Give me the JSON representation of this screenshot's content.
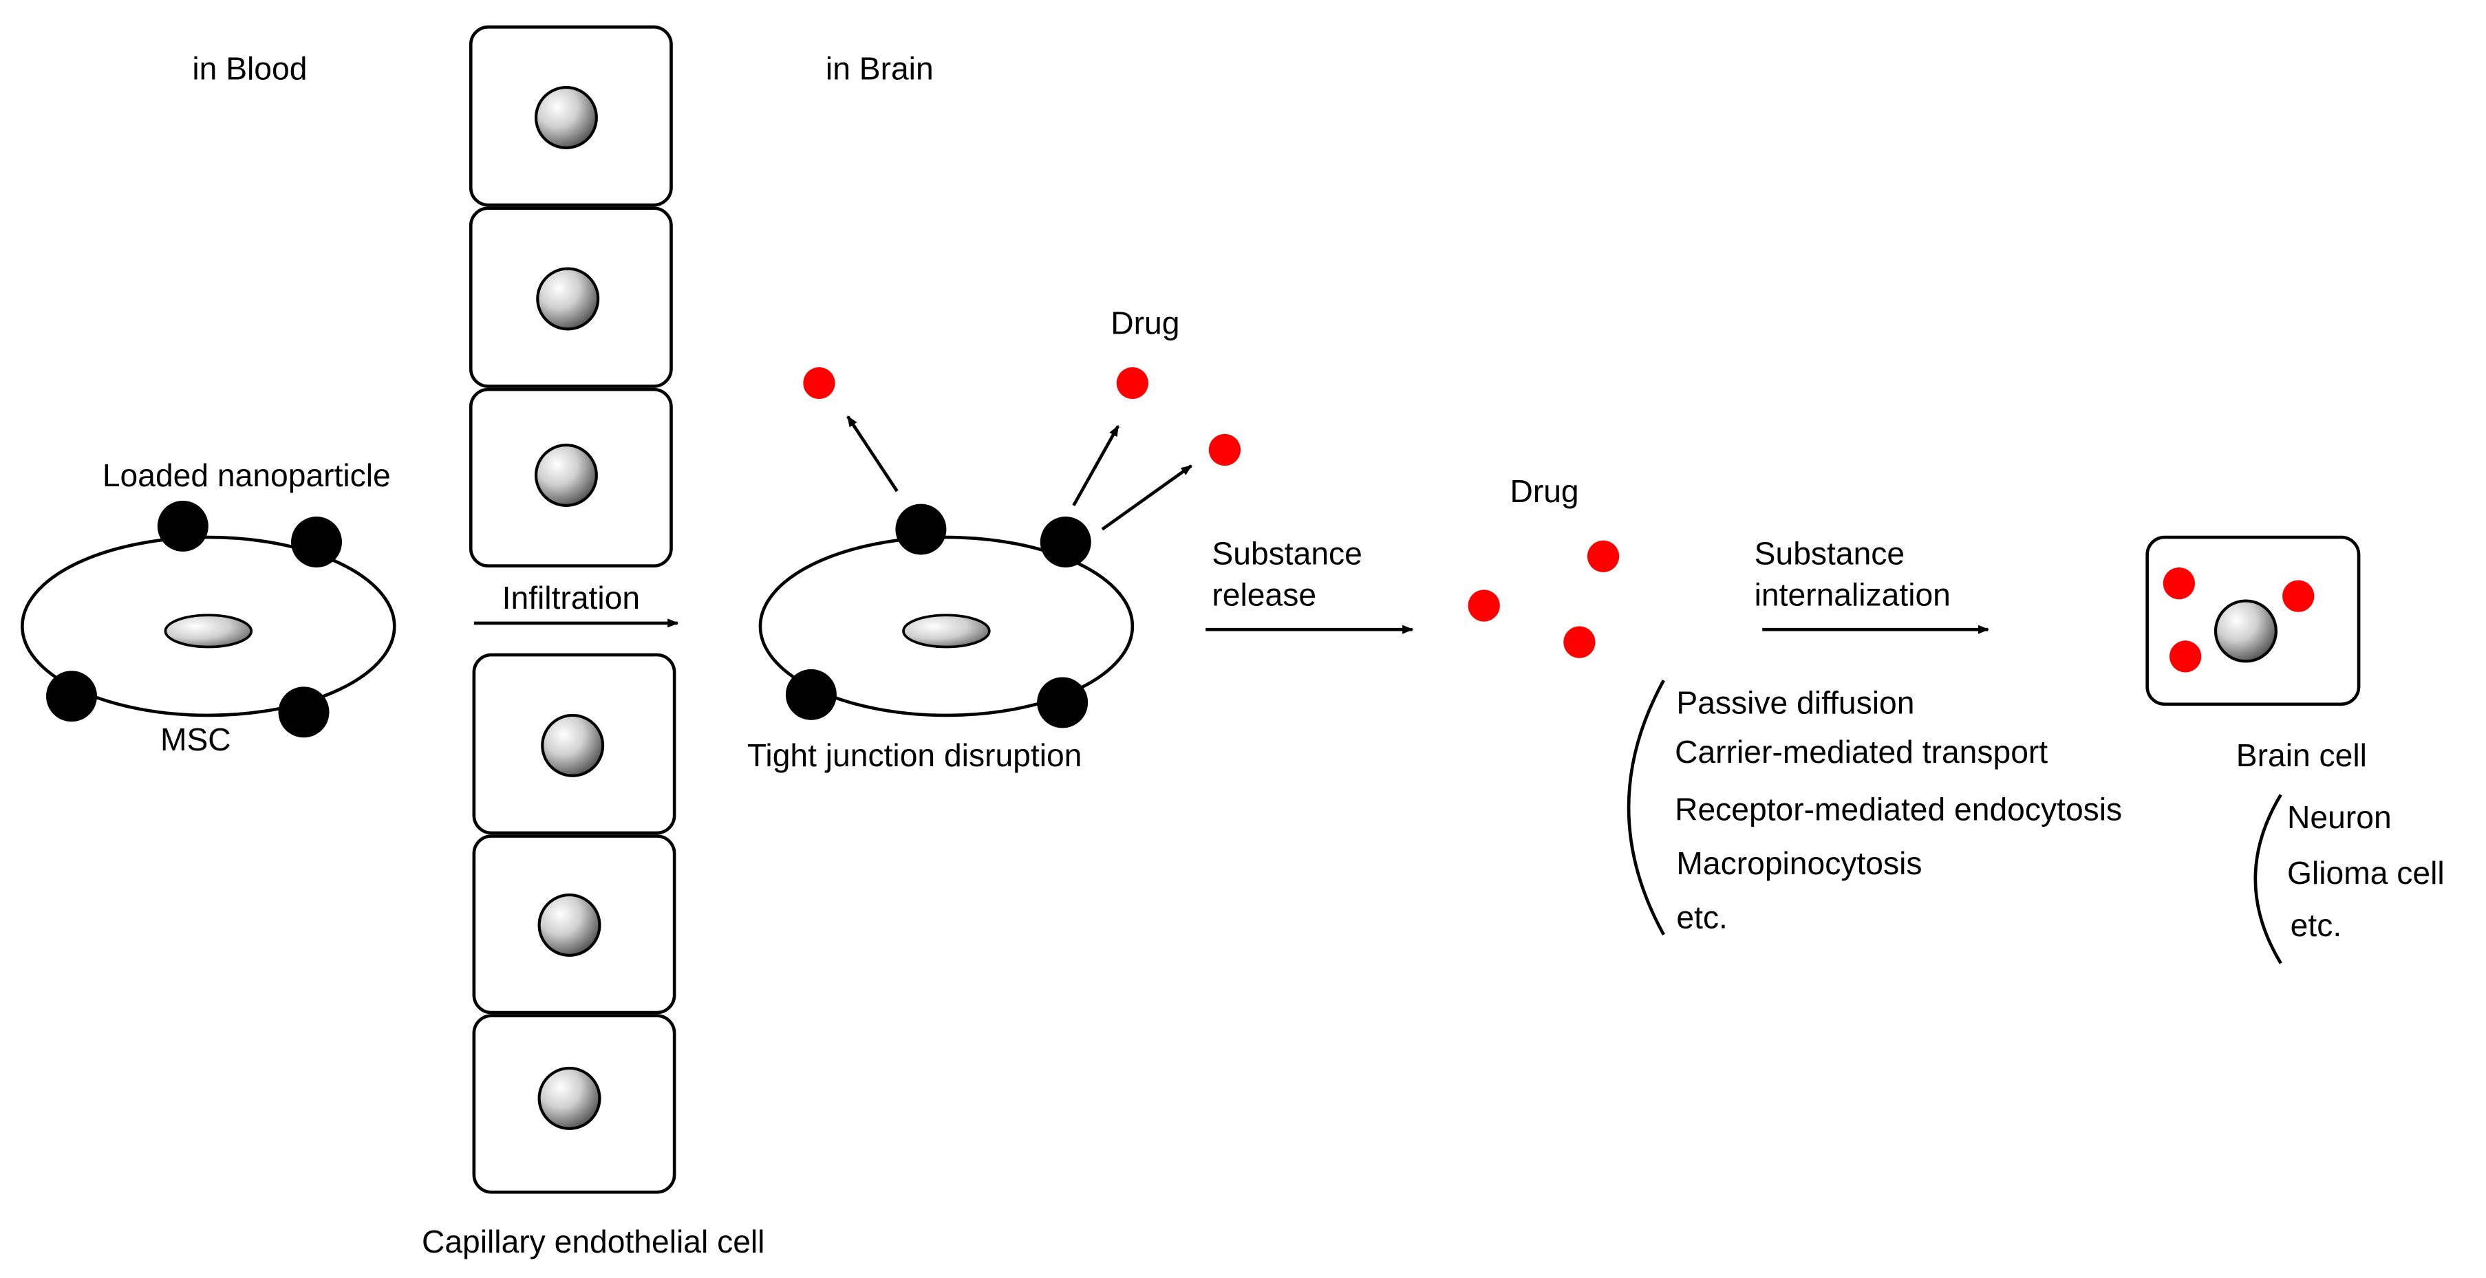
{
  "labels": {
    "in_blood": "in Blood",
    "in_brain": "in Brain",
    "loaded_nanoparticle": "Loaded nanoparticle",
    "msc": "MSC",
    "infiltration": "Infiltration",
    "tight_junction": "Tight junction disruption",
    "drug_top": "Drug",
    "drug_mid": "Drug",
    "substance_release_1": "Substance",
    "substance_release_2": "release",
    "substance_internalization_1": "Substance",
    "substance_internalization_2": "internalization",
    "capillary": "Capillary endothelial cell",
    "brain_cell": "Brain cell"
  },
  "mechanisms": [
    "Passive diffusion",
    "Carrier-mediated transport",
    "Receptor-mediated endocytosis",
    "Macropinocytosis",
    "etc."
  ],
  "cell_types": [
    "Neuron",
    "Glioma cell",
    "etc."
  ],
  "colors": {
    "drug": "#ff0000",
    "nanoparticle": "#000000",
    "stroke": "#000000"
  }
}
